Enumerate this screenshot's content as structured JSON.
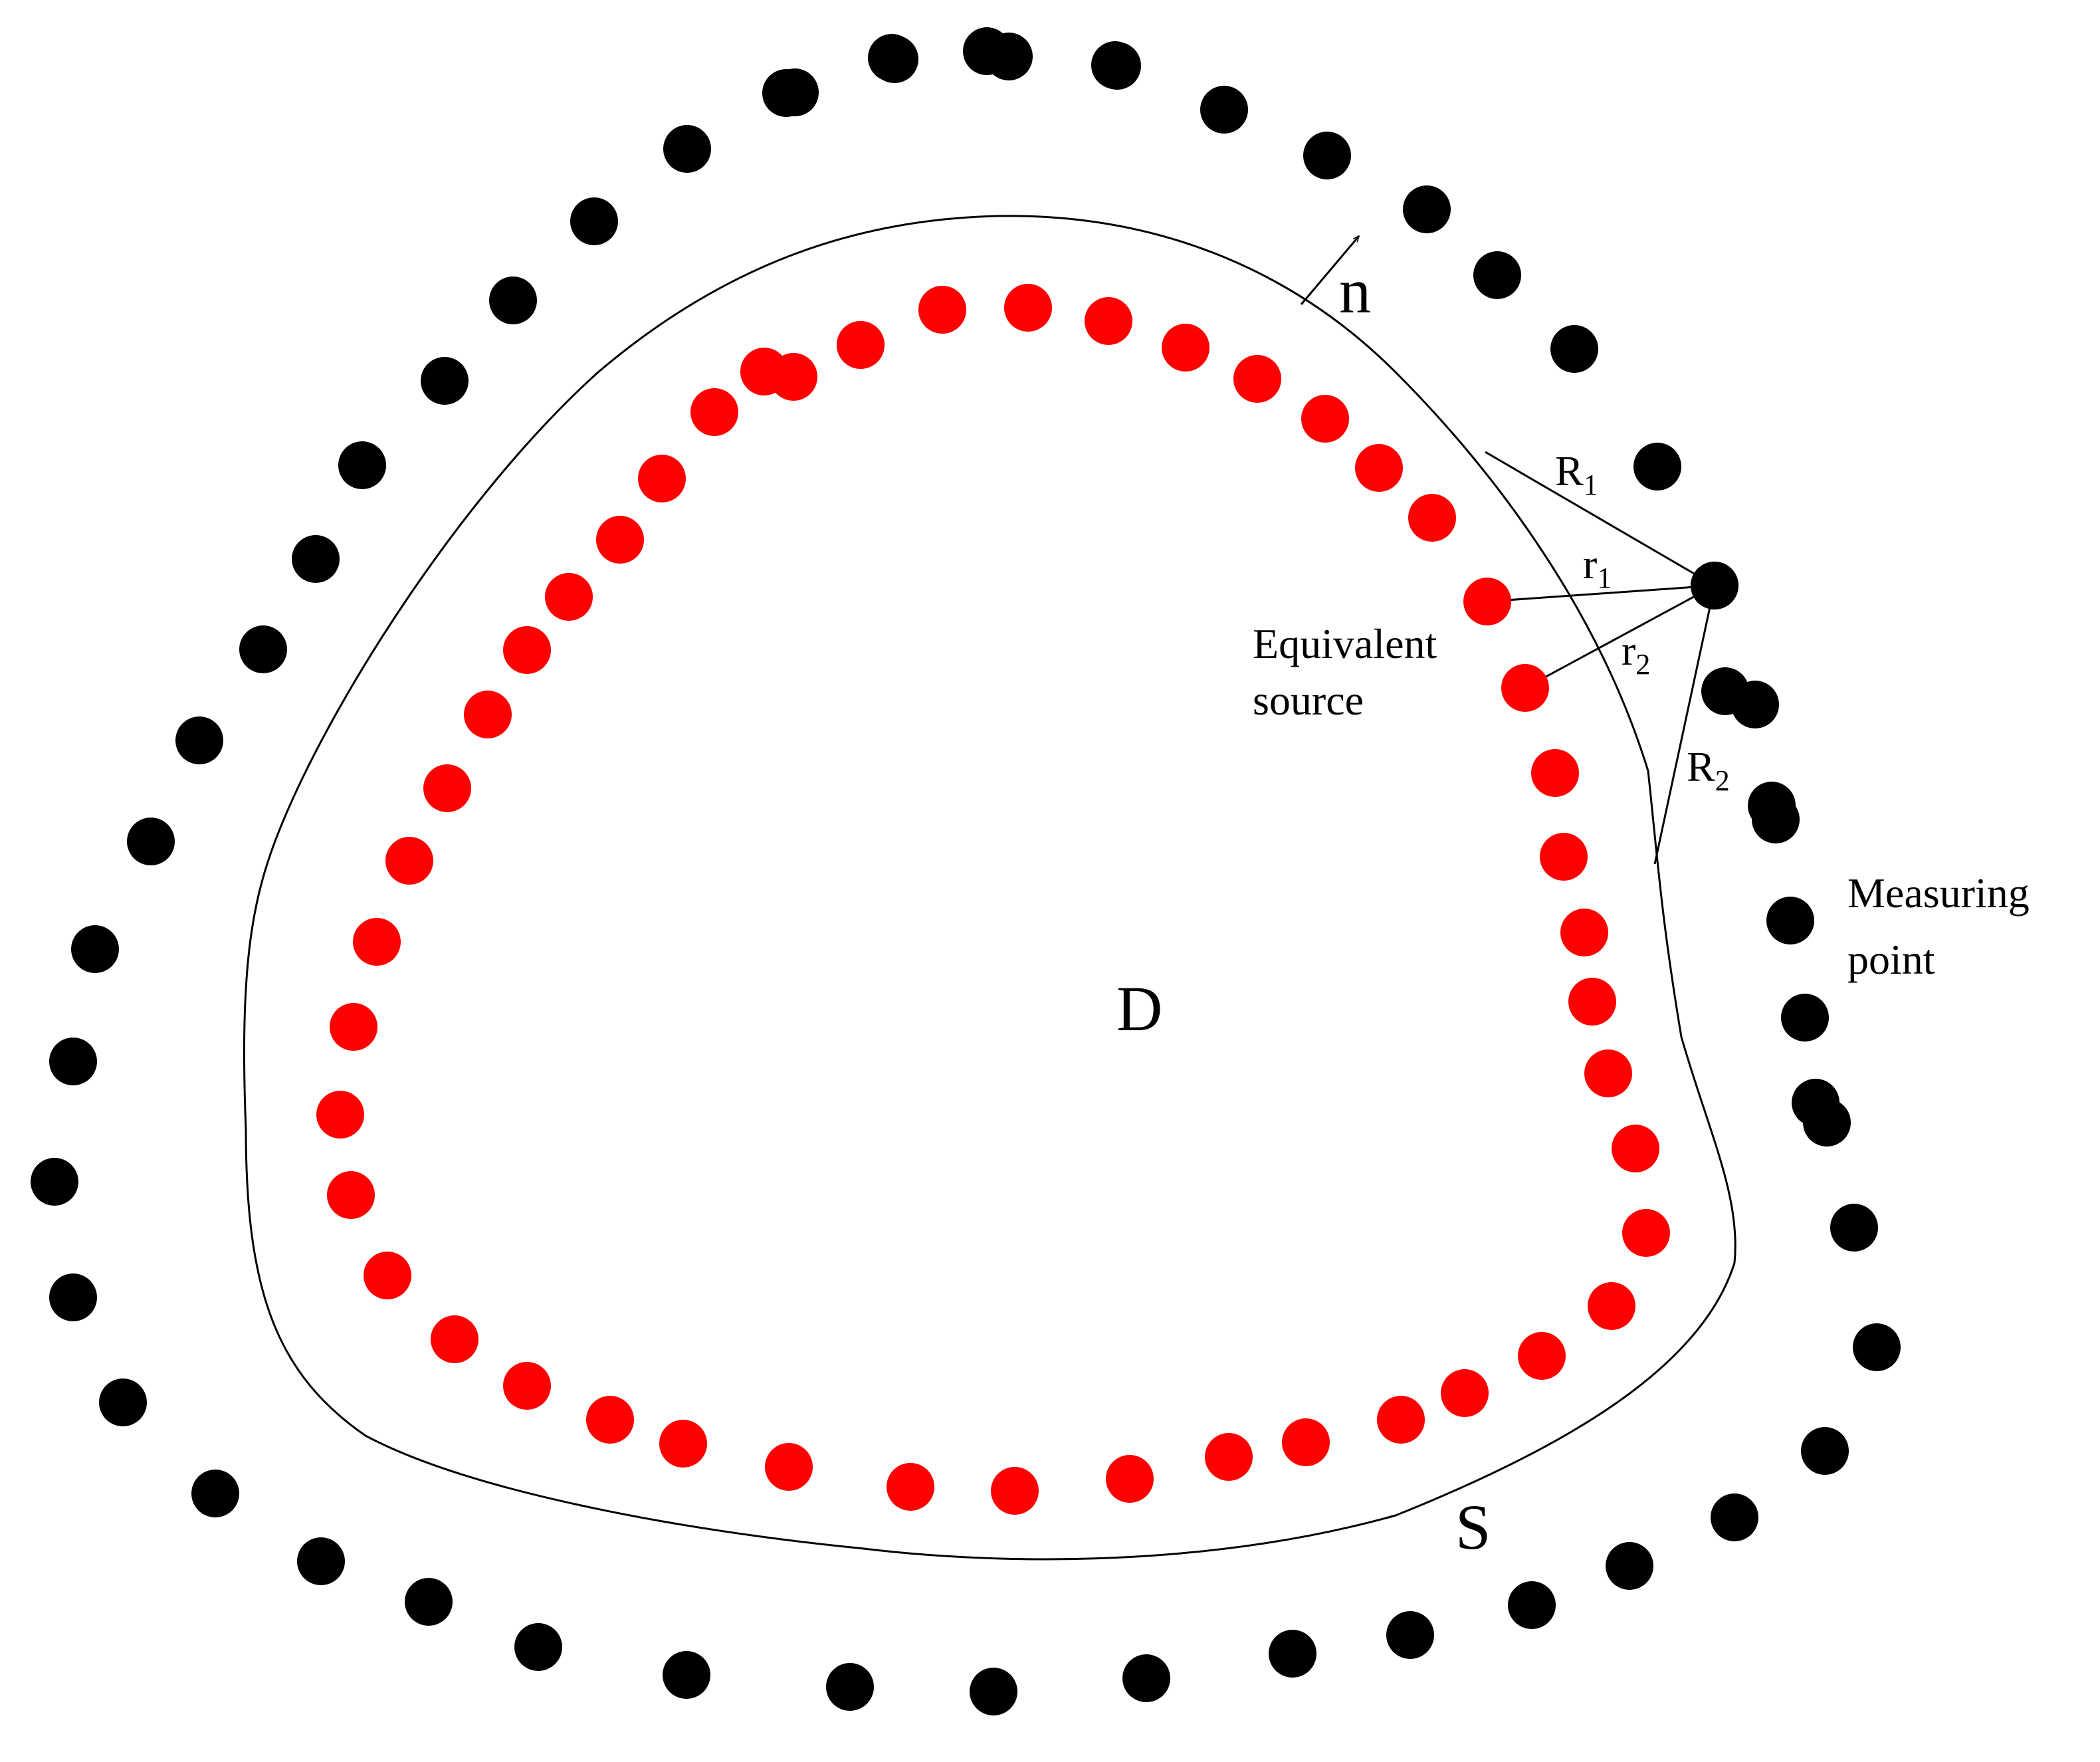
{
  "labels": {
    "domain": "D",
    "surface": "S",
    "normal": "n",
    "equivalent_source": [
      "Equivalent",
      "source"
    ],
    "measuring_point": [
      "Measuring",
      "point"
    ],
    "R1": {
      "base": "R",
      "sub": "1"
    },
    "R2": {
      "base": "R",
      "sub": "2"
    },
    "r1": {
      "base": "r",
      "sub": "1"
    },
    "r2": {
      "base": "r",
      "sub": "2"
    }
  },
  "colors": {
    "measuring_points": "#000000",
    "equivalent_sources": "#ff0000",
    "lines": "#000000",
    "background": "#ffffff"
  },
  "counts": {
    "measuring_points": 53,
    "equivalent_sources": 49
  }
}
